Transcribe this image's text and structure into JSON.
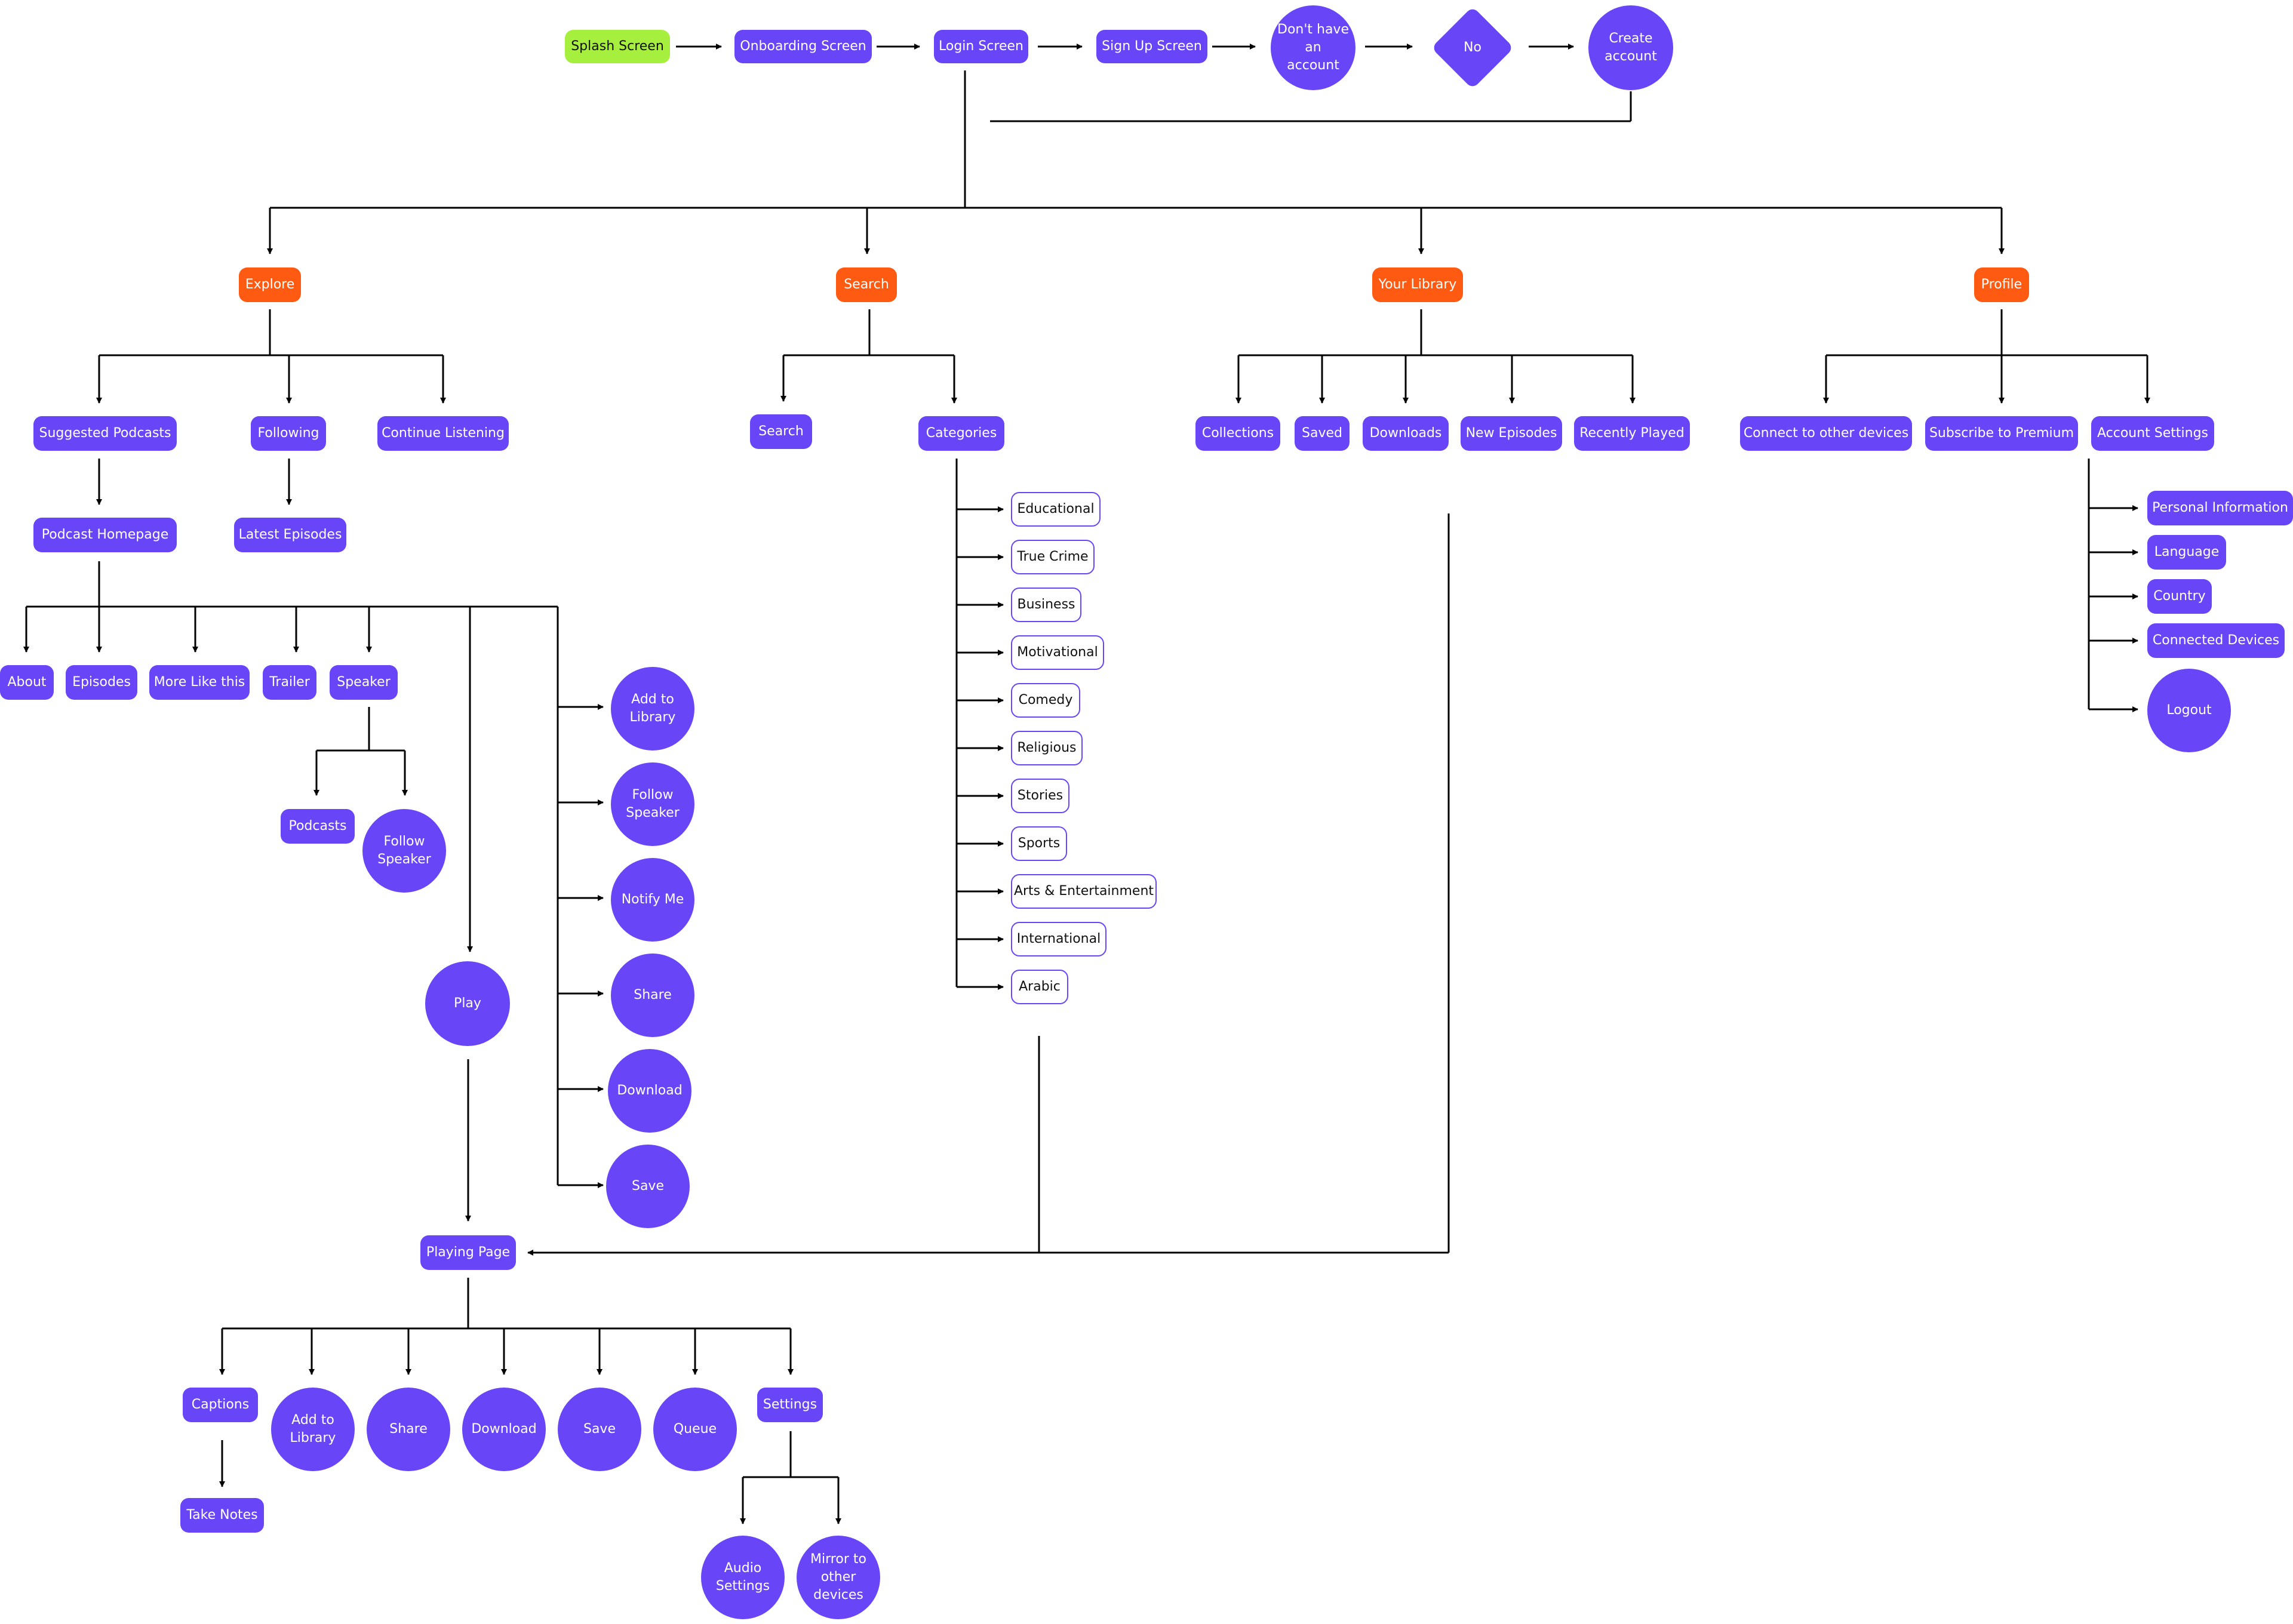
{
  "colors": {
    "primary": "#6845f6",
    "start": "#a6ef3e",
    "section": "#ff5a12",
    "outline_text": "#111111",
    "edge": "#000000"
  },
  "nodes": {
    "splash_screen": "Splash Screen",
    "onboarding_screen": "Onboarding Screen",
    "login_screen": "Login Screen",
    "sign_up_screen": "Sign Up Screen",
    "dont_have_account": "Don't have an account",
    "no": "No",
    "create_account": "Create account",
    "explore": "Explore",
    "search": "Search",
    "your_library": "Your Library",
    "profile": "Profile",
    "suggested_podcasts": "Suggested Podcasts",
    "following": "Following",
    "continue_listening": "Continue Listening",
    "podcast_homepage": "Podcast Homepage",
    "latest_episodes": "Latest Episodes",
    "about": "About",
    "episodes": "Episodes",
    "more_like_this": "More Like this",
    "trailer": "Trailer",
    "speaker": "Speaker",
    "podcasts": "Podcasts",
    "follow_speaker_1": "Follow Speaker",
    "play": "Play",
    "add_to_library_1": "Add to Library",
    "follow_speaker_2": "Follow Speaker",
    "notify_me": "Notify Me",
    "share_1": "Share",
    "download_1": "Download",
    "save_1": "Save",
    "search_sub": "Search",
    "categories": "Categories",
    "educational": "Educational",
    "true_crime": "True Crime",
    "business": "Business",
    "motivational": "Motivational",
    "comedy": "Comedy",
    "religious": "Religious",
    "stories": "Stories",
    "sports": "Sports",
    "arts_entertainment": "Arts & Entertainment",
    "international": "International",
    "arabic": "Arabic",
    "collections": "Collections",
    "saved": "Saved",
    "downloads": "Downloads",
    "new_episodes": "New Episodes",
    "recently_played": "Recently Played",
    "connect_devices": "Connect to other devices",
    "subscribe_premium": "Subscribe to Premium",
    "account_settings": "Account Settings",
    "personal_information": "Personal Information",
    "language": "Language",
    "country": "Country",
    "connected_devices": "Connected Devices",
    "logout": "Logout",
    "playing_page": "Playing Page",
    "captions": "Captions",
    "add_to_library_2": "Add to Library",
    "share_2": "Share",
    "download_2": "Download",
    "save_2": "Save",
    "queue": "Queue",
    "settings": "Settings",
    "take_notes": "Take Notes",
    "audio_settings": "Audio Settings",
    "mirror_devices": "Mirror to other devices"
  }
}
